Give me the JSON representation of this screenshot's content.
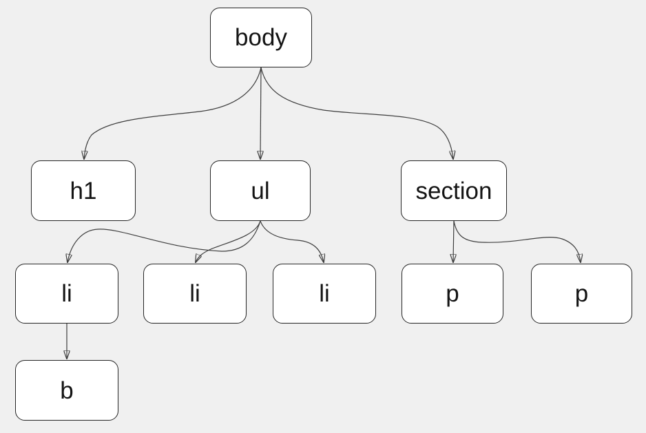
{
  "diagram": {
    "kind": "dom-tree",
    "colors": {
      "background": "#f0f0f0",
      "node_fill": "#ffffff",
      "node_border": "#242424",
      "edge_stroke": "#3d3d3d",
      "arrowhead": "#1f1f1f",
      "text": "#141414"
    },
    "nodes": [
      {
        "id": "body",
        "label": "body",
        "parent": null
      },
      {
        "id": "h1",
        "label": "h1",
        "parent": "body"
      },
      {
        "id": "ul",
        "label": "ul",
        "parent": "body"
      },
      {
        "id": "section",
        "label": "section",
        "parent": "body"
      },
      {
        "id": "li1",
        "label": "li",
        "parent": "ul"
      },
      {
        "id": "li2",
        "label": "li",
        "parent": "ul"
      },
      {
        "id": "li3",
        "label": "li",
        "parent": "ul"
      },
      {
        "id": "p1",
        "label": "p",
        "parent": "section"
      },
      {
        "id": "p2",
        "label": "p",
        "parent": "section"
      },
      {
        "id": "b",
        "label": "b",
        "parent": "li1"
      }
    ],
    "edges": [
      {
        "from": "body",
        "to": "h1"
      },
      {
        "from": "body",
        "to": "ul"
      },
      {
        "from": "body",
        "to": "section"
      },
      {
        "from": "ul",
        "to": "li1"
      },
      {
        "from": "ul",
        "to": "li2"
      },
      {
        "from": "ul",
        "to": "li3"
      },
      {
        "from": "section",
        "to": "p1"
      },
      {
        "from": "section",
        "to": "p2"
      },
      {
        "from": "li1",
        "to": "b"
      }
    ]
  }
}
